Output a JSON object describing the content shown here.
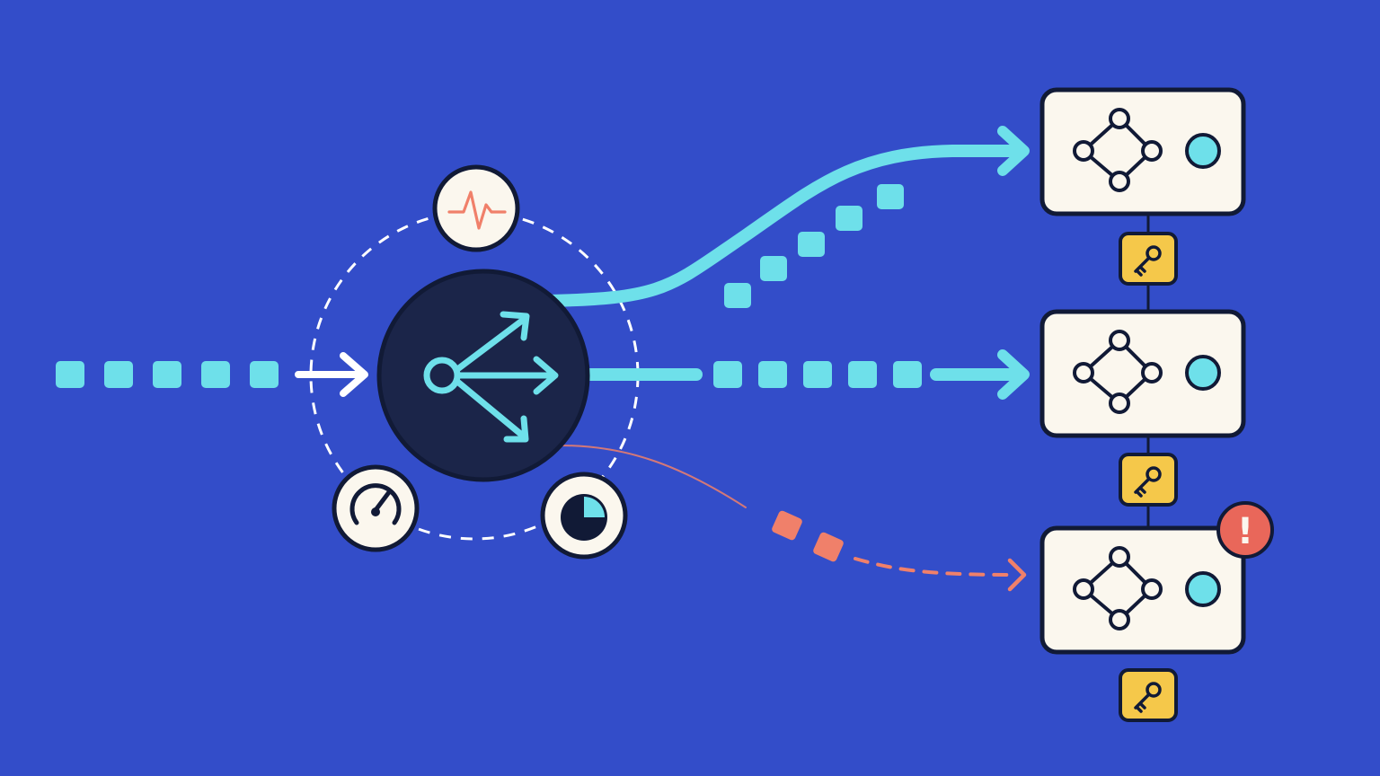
{
  "diagram": {
    "kind": "load-balancer-illustration",
    "colors": {
      "background": "#334dc9",
      "hub": "#1b2549",
      "outline": "#111a36",
      "traffic": "#6ee0ea",
      "incoming": "#ffffff",
      "error": "#f0806a",
      "card": "#fbf7ee",
      "key_badge": "#f5c84a",
      "alert": "#e9675a",
      "monitor_ring": "#fbf7ee"
    },
    "icons": {
      "hub": "fork-arrows-icon",
      "monitor_top": "heartbeat-icon",
      "monitor_left": "speedometer-icon",
      "monitor_right": "pie-timer-icon",
      "server": "network-diamond-icon",
      "status": "status-dot-icon",
      "badge": "key-icon",
      "alert": "exclamation-icon"
    },
    "servers": [
      {
        "id": "server-1",
        "route": "curved-up",
        "status": "healthy"
      },
      {
        "id": "server-2",
        "route": "straight",
        "status": "healthy"
      },
      {
        "id": "server-3",
        "route": "curved-down",
        "status": "error"
      }
    ],
    "alert_text": "!"
  }
}
